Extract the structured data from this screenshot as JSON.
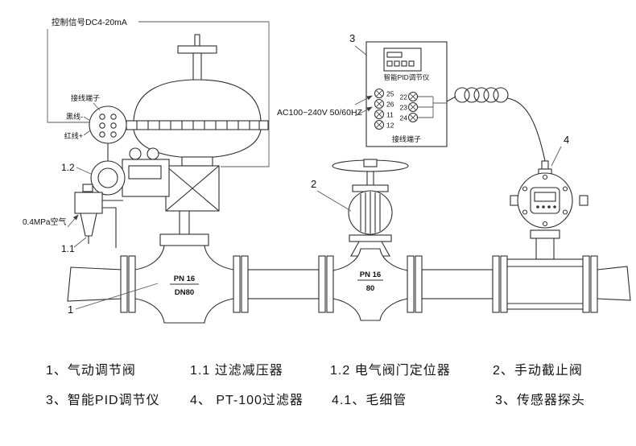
{
  "diagram": {
    "control_signal": "控制信号DC4-20mA",
    "terminal_block_label": "接线端子",
    "black_wire": "黑线-",
    "red_wire": "红线+",
    "air_supply": "0.4MPa空气",
    "power": "AC100~240V 50/60HZ",
    "controller_title": "智能PID调节仪",
    "controller_terminal_label": "接线端子",
    "terminals_left": [
      "25",
      "26",
      "11",
      "12"
    ],
    "terminals_right": [
      "22",
      "23",
      "24"
    ],
    "valve1_rating_top": "PN 16",
    "valve1_rating_bottom": "DN80",
    "valve2_rating_top": "PN 16",
    "valve2_rating_bottom": "80",
    "callouts": {
      "c1": "1",
      "c1_1": "1.1",
      "c1_2": "1.2",
      "c2": "2",
      "c3": "3",
      "c4": "4"
    }
  },
  "legend": {
    "items": [
      "1、气动调节阀",
      "1.1 过滤减压器",
      "1.2 电气阀门定位器",
      "2、手动截止阀",
      "3、智能PID调节仪",
      "4、 PT-100过滤器",
      "4.1、毛细管",
      "3、传感器探头"
    ]
  }
}
